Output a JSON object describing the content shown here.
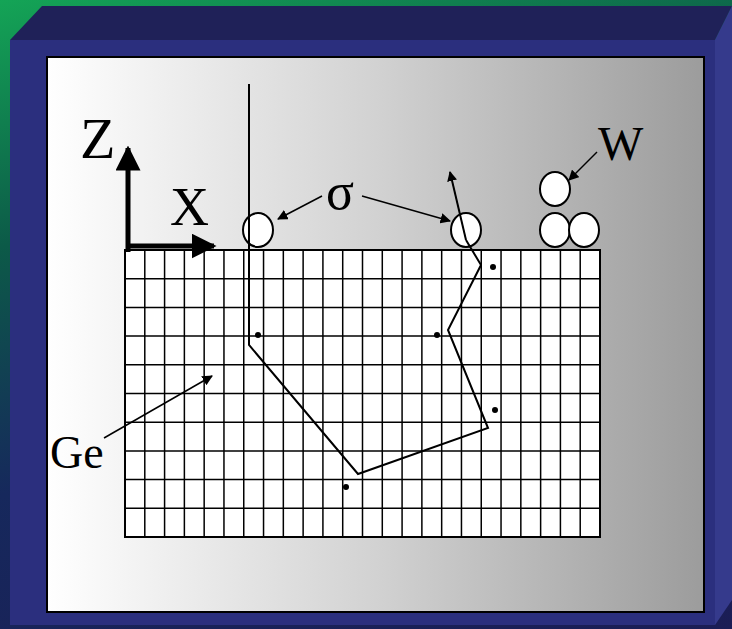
{
  "diagram": {
    "labels": [
      "Z",
      "X",
      "σ",
      "W",
      "Ge"
    ]
  }
}
